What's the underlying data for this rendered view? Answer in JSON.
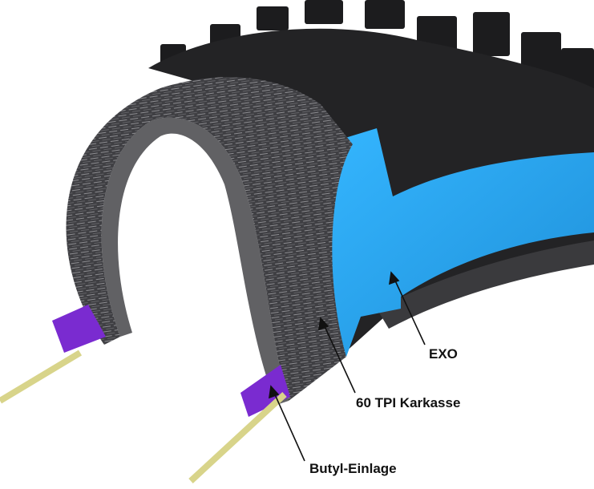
{
  "labels": {
    "exo": "EXO",
    "carcass": "60 TPI Karkasse",
    "butyl": "Butyl-Einlage"
  },
  "colors": {
    "tread": "#1c1c1e",
    "exo": "#2aa3ee",
    "carcass": "#4a4a4e",
    "butyl": "#7a2bd0",
    "bead": "#d8d48a"
  }
}
